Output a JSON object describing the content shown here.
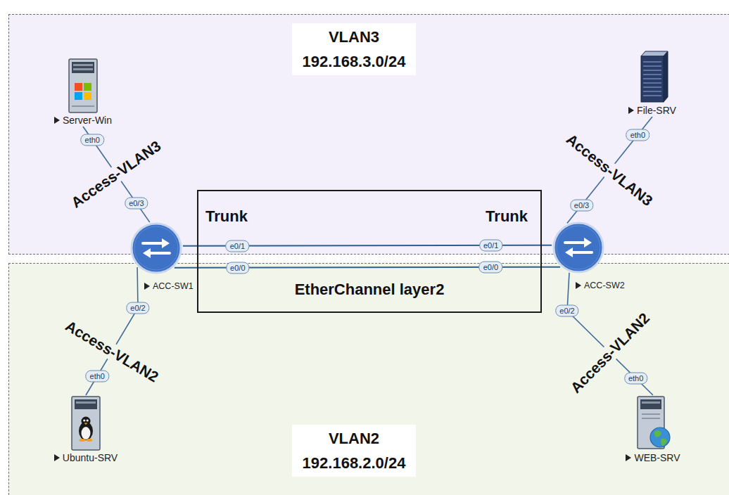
{
  "diagram": {
    "nodes": [
      {
        "text": [
          "VLAN3",
          "192.168.3.0/24"
        ]
      },
      {
        "text": [
          "Server-Win"
        ],
        "in": 0
      },
      {
        "text": [
          "File-SRV"
        ],
        "in": 0
      },
      {
        "text": [
          "VLAN2",
          "192.168.2.0/24"
        ]
      },
      {
        "text": [
          "Ubuntu-SRV"
        ],
        "in": 3
      },
      {
        "text": [
          "WEB-SRV"
        ],
        "in": 3
      },
      {
        "text": [
          "Trunk",
          "Trunk",
          "EtherChannel layer2"
        ]
      },
      {
        "text": [
          "ACC-SW1"
        ]
      },
      {
        "text": [
          "ACC-SW2"
        ]
      }
    ],
    "edges": [
      {
        "from": 1,
        "to": 7,
        "arrow": "none",
        "label": "Access-VLAN3"
      },
      {
        "from": 2,
        "to": 8,
        "arrow": "none",
        "label": "Access-VLAN3"
      },
      {
        "from": 7,
        "to": 8,
        "arrow": "none"
      },
      {
        "from": 7,
        "to": 8,
        "arrow": "none"
      },
      {
        "from": 7,
        "to": 4,
        "arrow": "none",
        "label": "Access-VLAN2"
      },
      {
        "from": 8,
        "to": 5,
        "arrow": "none",
        "label": "Access-VLAN2"
      }
    ],
    "labels": [
      "eth0",
      "e0/3",
      "eth0",
      "e0/3",
      "e0/1",
      "e0/1",
      "e0/0",
      "e0/0",
      "e0/2",
      "eth0",
      "e0/2",
      "eth0"
    ]
  }
}
